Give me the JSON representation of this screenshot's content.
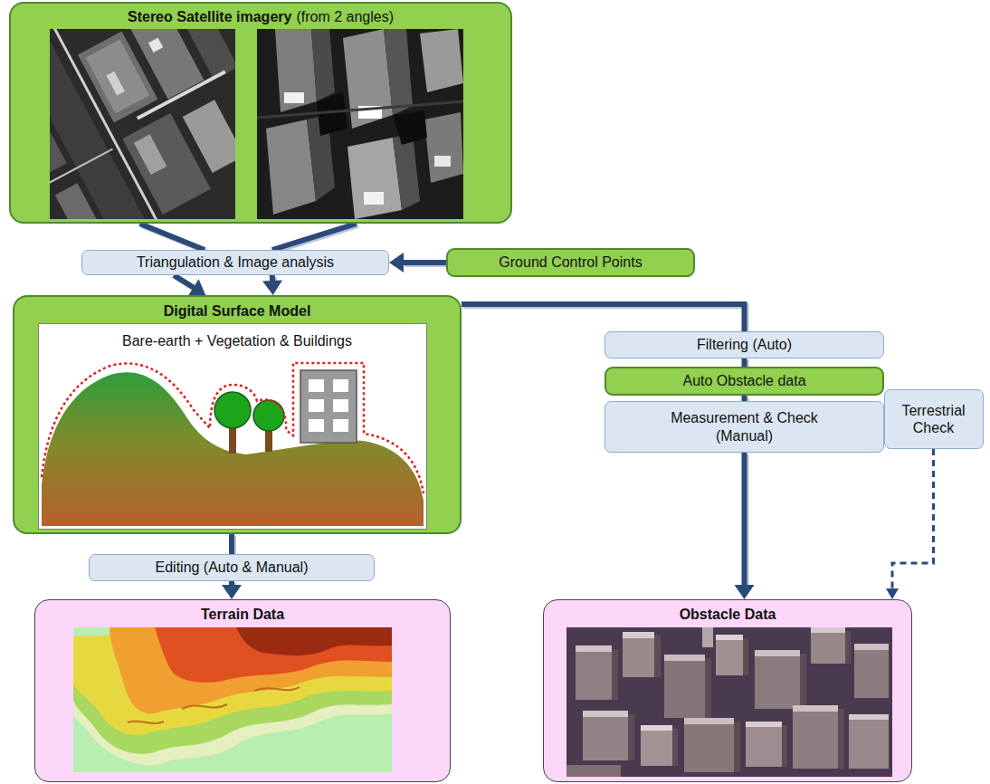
{
  "diagram": {
    "nodes": [
      {
        "text": [
          "Stereo Satellite imagery",
          "(from 2 angles)"
        ]
      },
      {
        "text": [
          "Triangulation & Image analysis"
        ]
      },
      {
        "text": [
          "Ground Control Points"
        ]
      },
      {
        "text": [
          "Digital Surface Model",
          "Bare-earth + Vegetation & Buildings"
        ]
      },
      {
        "text": [
          "Filtering (Auto)"
        ]
      },
      {
        "text": [
          "Auto Obstacle data"
        ]
      },
      {
        "text": [
          "Measurement & Check (Manual)"
        ]
      },
      {
        "text": [
          "Terrestrial Check"
        ]
      },
      {
        "text": [
          "Editing (Auto & Manual)"
        ]
      },
      {
        "text": [
          "Terrain Data"
        ]
      },
      {
        "text": [
          "Obstacle Data"
        ]
      }
    ],
    "edges": [
      {
        "from": 0,
        "to": 1,
        "arrow": "none"
      },
      {
        "from": 0,
        "to": 1,
        "arrow": "none"
      },
      {
        "from": 1,
        "to": 3,
        "arrow": "to"
      },
      {
        "from": 1,
        "to": 3,
        "arrow": "to"
      },
      {
        "from": 2,
        "to": 1,
        "arrow": "to"
      },
      {
        "from": 3,
        "to": 4,
        "arrow": "none"
      },
      {
        "from": 4,
        "to": 5,
        "arrow": "none"
      },
      {
        "from": 5,
        "to": 6,
        "arrow": "none"
      },
      {
        "from": 6,
        "to": 10,
        "arrow": "to"
      },
      {
        "from": 7,
        "to": 10,
        "arrow": "to"
      },
      {
        "from": 3,
        "to": 8,
        "arrow": "none"
      },
      {
        "from": 8,
        "to": 9,
        "arrow": "to"
      }
    ]
  }
}
